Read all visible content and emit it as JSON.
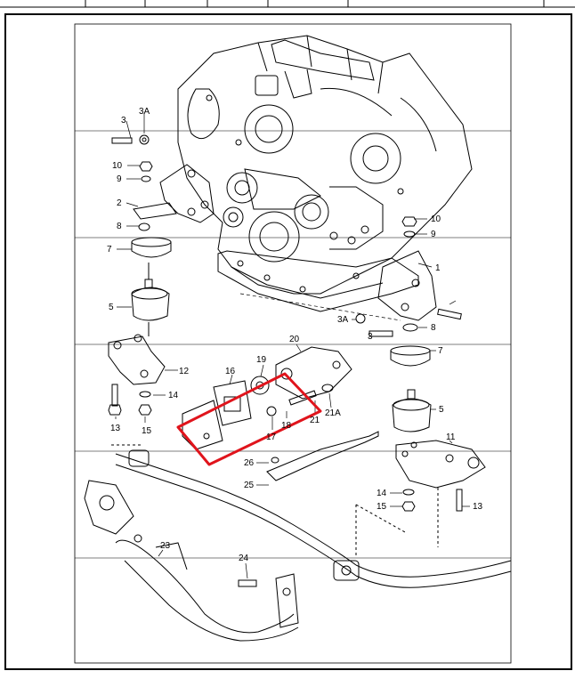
{
  "callouts": {
    "c1": "1",
    "c2": "2",
    "c3": "3",
    "c3a": "3A",
    "c3r": "3",
    "c3ar": "3A",
    "c5l": "5",
    "c5r": "5",
    "c7l": "7",
    "c7r": "7",
    "c8l": "8",
    "c8r": "8",
    "c9l": "9",
    "c9r": "9",
    "c10l": "10",
    "c10r": "10",
    "c11": "11",
    "c12": "12",
    "c13l": "13",
    "c13r": "13",
    "c14l": "14",
    "c14r": "14",
    "c15l": "15",
    "c15r": "15",
    "c16": "16",
    "c17": "17",
    "c18": "18",
    "c19": "19",
    "c20": "20",
    "c21": "21",
    "c21a": "21A",
    "c23": "23",
    "c24": "24",
    "c25": "25",
    "c26": "26"
  },
  "highlight": {
    "color": "#e0141c"
  },
  "colors": {
    "line": "#000000",
    "grid": "#000000"
  }
}
